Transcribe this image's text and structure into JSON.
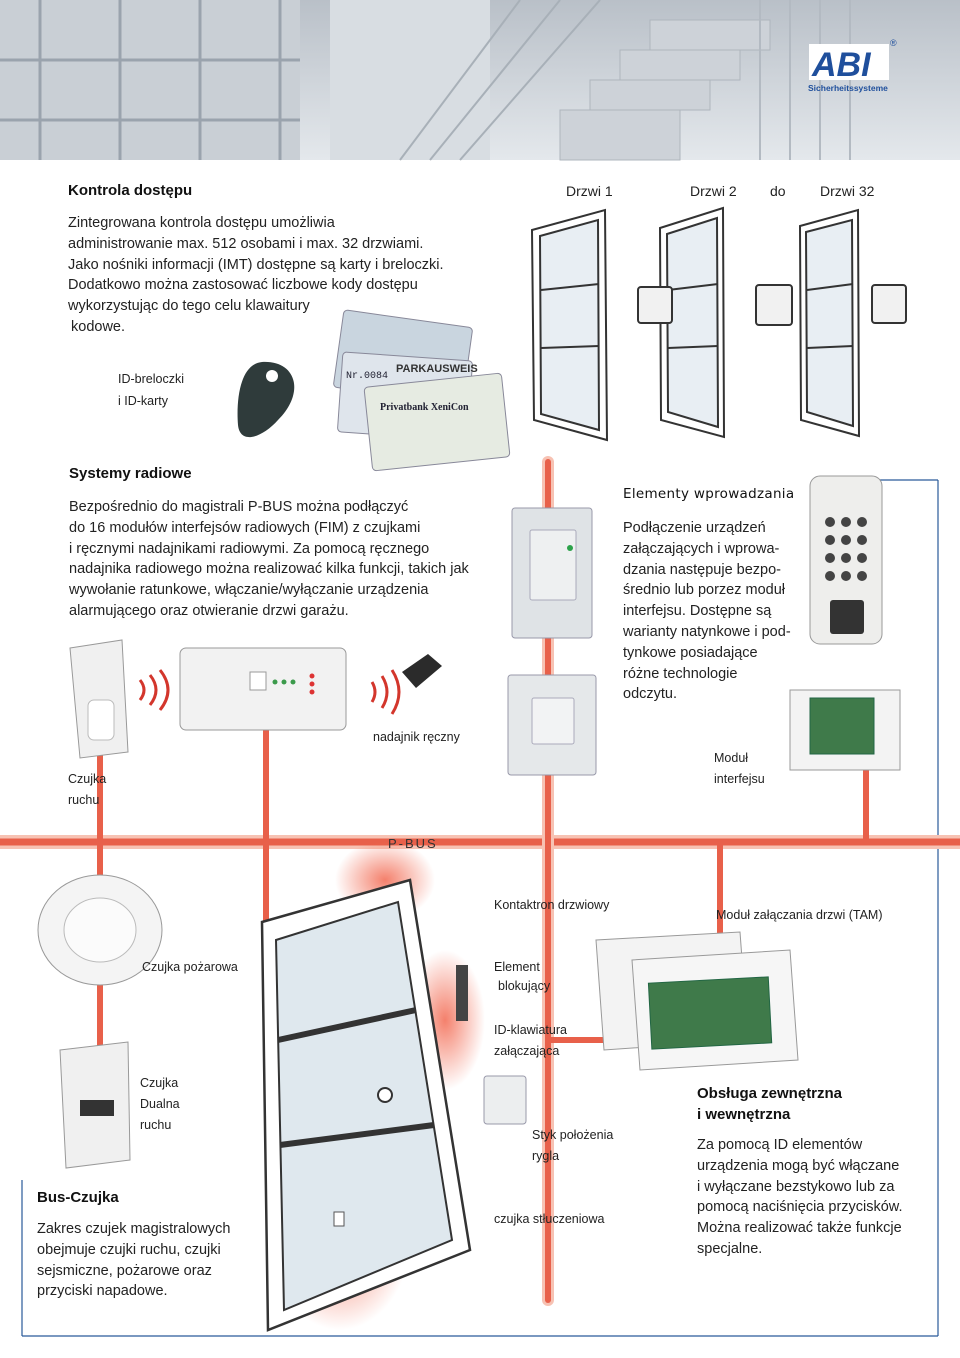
{
  "brand": {
    "name": "ABI",
    "registered": "®",
    "tagline": "Sicherheitssysteme"
  },
  "access_control": {
    "title": "Kontrola dostępu",
    "lines": [
      "Zintegrowana kontrola dostępu umożliwia",
      "administrowanie max. 512 osobami i max. 32 drzwiami.",
      "Jako nośniki informacji (IMT) dostępne są karty i breloczki.",
      "Dodatkowo można zastosować liczbowe kody dostępu",
      "wykorzystując do tego celu klawaitury",
      "kodowe."
    ],
    "doors": [
      "Drzwi 1",
      "Drzwi 2",
      "do",
      "Drzwi 32"
    ],
    "id_label": [
      "ID-breloczki",
      "i ID-karty"
    ],
    "cards": [
      "PARKAUSWEIS",
      "Nr.0084",
      "Privatbank XeniCon"
    ]
  },
  "radio": {
    "title": "Systemy radiowe",
    "lines": [
      "Bezpośrednio do magistrali P-BUS można podłączyć",
      "do 16 modułów interfejsów radiowych (FIM) z czujkami",
      "i ręcznymi nadajnikami radiowymi. Za pomocą ręcznego",
      "nadajnika radiowego można realizować kilka funkcji, takich jak",
      "wywołanie ratunkowe, włączanie/wyłączanie urządzenia",
      "alarmującego oraz otwieranie drzwi garażu."
    ],
    "motion_sensor": [
      "Czujka",
      "ruchu"
    ],
    "hand_transmitter": "nadajnik ręczny"
  },
  "input_elements": {
    "title": "Elementy wprowadzania",
    "lines": [
      "Podłączenie urządzeń",
      "załączających i wprowa-",
      "dzania następuje bezpo-",
      "średnio lub porzez moduł",
      "interfejsu. Dostępne są",
      "warianty natynkowe i pod-",
      "tynkowe posiadające",
      "różne technologie",
      "odczytu."
    ],
    "interface_module": [
      "Moduł",
      "interfejsu"
    ]
  },
  "bus": {
    "label": "P-BUS"
  },
  "door_section": {
    "contact": "Kontaktron drzwiowy",
    "tam": "Moduł załączania drzwi (TAM)",
    "smoke": "Czujka pożarowa",
    "lock_element": [
      "Element",
      "blokujący"
    ],
    "keypad": [
      "ID-klawiatura",
      "załączająca"
    ],
    "dual": [
      "Czujka",
      "Dualna",
      "ruchu"
    ],
    "bolt": [
      "Styk położenia",
      "rygla"
    ],
    "glass": "czujka stłuczeniowa"
  },
  "bus_sensor": {
    "title": "Bus-Czujka",
    "lines": [
      "Zakres czujek magistralowych",
      "obejmuje czujki ruchu, czujki",
      "sejsmiczne, pożarowe oraz",
      "przyciski napadowe."
    ]
  },
  "operation": {
    "title": [
      "Obsługa zewnętrzna",
      "i wewnętrzna"
    ],
    "lines": [
      "Za pomocą ID elementów",
      "urządzenia mogą być włączane",
      "i wyłączane bezstykowo lub za",
      "pomocą naciśnięcia przycisków.",
      "Można realizować także funkcje",
      "specjalne."
    ]
  },
  "colors": {
    "bus": "#e8604a",
    "bus_glow": "#f7c2b3",
    "logo_blue": "#1f4f9c",
    "frame_line": "#2a5a9a"
  }
}
